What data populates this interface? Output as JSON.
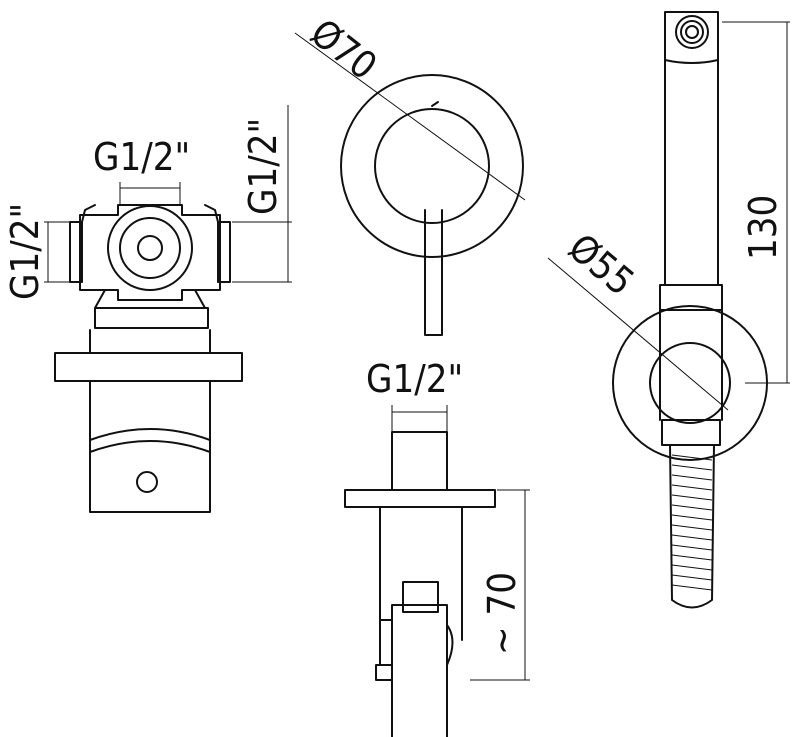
{
  "labels": {
    "g_half_top": "G1/2\"",
    "g_half_vertical_right": "G1/2\"",
    "g_half_vertical_left": "G1/2\"",
    "diameter_70": "Ø70",
    "g_half_center": "G1/2\"",
    "approx_70": "~ 70",
    "diameter_55": "Ø55",
    "height_130": "130"
  }
}
